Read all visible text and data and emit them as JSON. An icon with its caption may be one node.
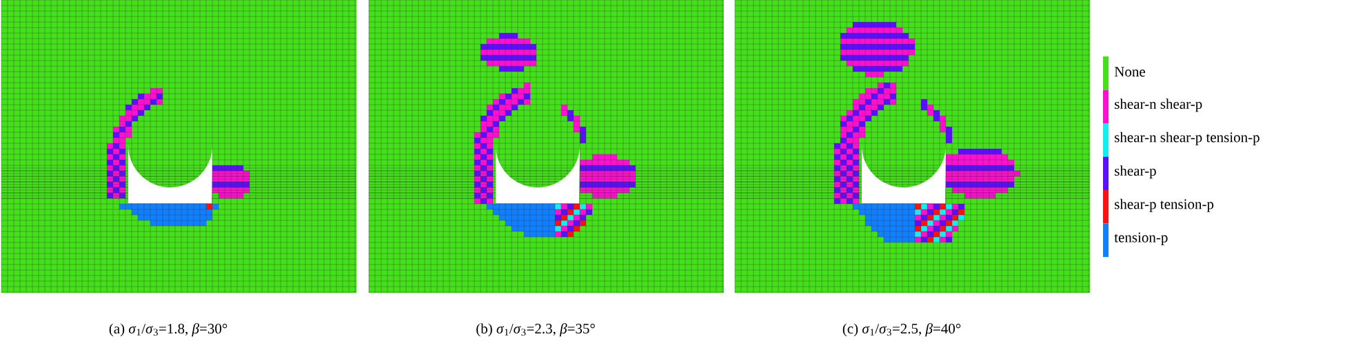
{
  "diagram": {
    "labels": [
      "(a) *σ*$_{1}$/*σ*$_{3}$=1.8, *β*=30°",
      "(b) *σ*$_{1}$/*σ*$_{3}$=2.3, *β*=35°",
      "(c) *σ*$_{1}$/*σ*$_{3}$=2.5, *β*=40°"
    ],
    "legend": [
      {
        "text": "None",
        "color": "#44e01a"
      },
      {
        "text": "shear-n shear-p",
        "color": "#ff10d0"
      },
      {
        "text": "shear-n shear-p tension-p",
        "color": "#10f0f0"
      },
      {
        "text": "shear-p",
        "color": "#5a10ff"
      },
      {
        "text": "shear-p tension-p",
        "color": "#ff1010"
      },
      {
        "text": "tension-p",
        "color": "#1080ff"
      }
    ]
  }
}
